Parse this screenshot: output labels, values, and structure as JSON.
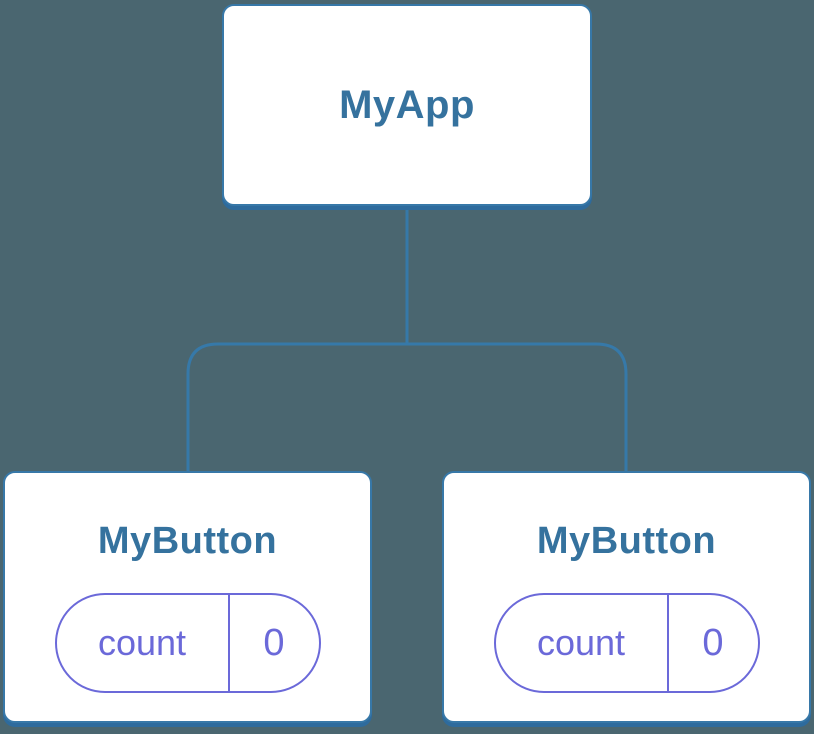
{
  "colors": {
    "background": "#4A6670",
    "card_background": "#FFFFFF",
    "card_border": "#3778A8",
    "card_shadow": "#2E6B9D",
    "connector": "#3679A9",
    "node_label": "#35729E",
    "state_accent": "#6B69D9"
  },
  "tree": {
    "root": {
      "label": "MyApp"
    },
    "children": [
      {
        "label": "MyButton",
        "state": {
          "name": "count",
          "value": "0"
        }
      },
      {
        "label": "MyButton",
        "state": {
          "name": "count",
          "value": "0"
        }
      }
    ]
  }
}
